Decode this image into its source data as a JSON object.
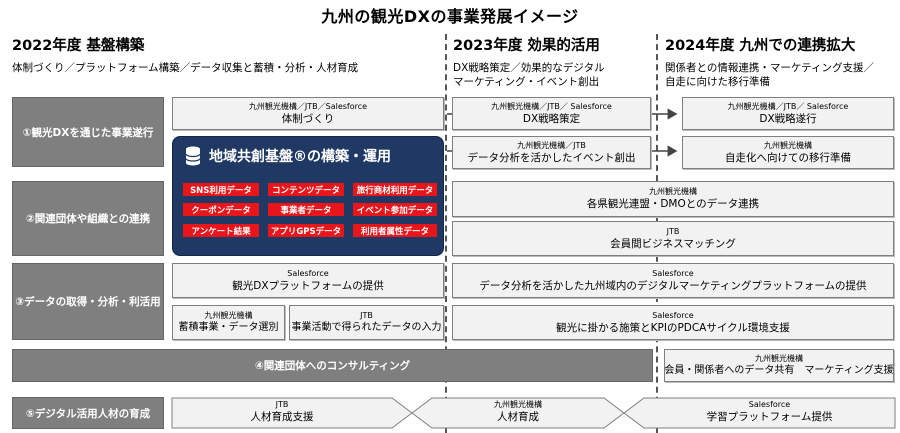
{
  "title": "九州の観光DXの事業発展イメージ",
  "phases": [
    {
      "heading": "2022年度 基盤構築",
      "sub": [
        "体制づくり／プラットフォーム構築／データ収集と蓄積・分析・人材育成"
      ]
    },
    {
      "heading": "2023年度 効果的活用",
      "sub": [
        "DX戦略策定／効果的なデジタル",
        "マーケティング・イベント創出"
      ]
    },
    {
      "heading": "2024年度 九州での連携拡大",
      "sub": [
        "関係者との情報連携・マーケティング支援／",
        "自走に向けた移行準備"
      ]
    }
  ],
  "rows": [
    "①観光DXを通じた事業遂行",
    "②関連団体や組織との連携",
    "③データの取得・分析・利活用",
    "④関連団体へのコンサルティング",
    "⑤デジタル活用人材の育成"
  ],
  "boxes": {
    "r1_2022": {
      "org": "九州観光機構／JTB／Salesforce",
      "text": "体制づくり"
    },
    "r1_2023a": {
      "org": "九州観光機構／JTB／ Salesforce",
      "text": "DX戦略策定"
    },
    "r1_2024a": {
      "org": "九州観光機構／JTB／ Salesforce",
      "text": "DX戦略遂行"
    },
    "r1_2023b": {
      "org": "九州観光機構／JTB",
      "text": "データ分析を活かしたイベント創出"
    },
    "r1_2024b": {
      "org": "九州観光機構",
      "text": "自走化へ向けての移行準備"
    },
    "r2_a": {
      "org": "九州観光機構",
      "text": "各県観光連盟・DMOとのデータ連携"
    },
    "r2_b": {
      "org": "JTB",
      "text": "会員間ビジネスマッチング"
    },
    "r3_2022": {
      "org": "Salesforce",
      "text": "観光DXプラットフォームの提供"
    },
    "r3_a": {
      "org": "Salesforce",
      "text": "データ分析を活かした九州域内のデジタルマーケティングプラットフォームの提供"
    },
    "r3_left": {
      "org": "九州観光機構",
      "text": "蓄積事業・データ選別"
    },
    "r3_mid": {
      "org": "JTB",
      "text": "事業活動で得られたデータの入力"
    },
    "r3_b": {
      "org": "Salesforce",
      "text": "観光に掛かる施策とKPIのPDCAサイクル環境支援"
    },
    "r4_2024": {
      "org": "九州観光機構",
      "text": "会員・関係者へのデータ共有　マーケティング支援"
    },
    "r5_a": {
      "org": "JTB",
      "text": "人材育成支援"
    },
    "r5_b": {
      "org": "九州観光機構",
      "text": "人材育成"
    },
    "r5_c": {
      "org": "Salesforce",
      "text": "学習プラットフォーム提供"
    }
  },
  "platform": {
    "title": "地域共創基盤®の構築・運用",
    "chips": [
      "SNS利用データ",
      "コンテンツデータ",
      "旅行商材利用データ",
      "クーポンデータ",
      "事業者データ",
      "イベント参加データ",
      "アンケート結果",
      "アプリGPSデータ",
      "利用者属性データ"
    ]
  },
  "colors": {
    "accent": "#1f3864",
    "chip": "#e8161b",
    "label_bg": "#7f7f7f",
    "box_bg": "#f2f2f2"
  }
}
